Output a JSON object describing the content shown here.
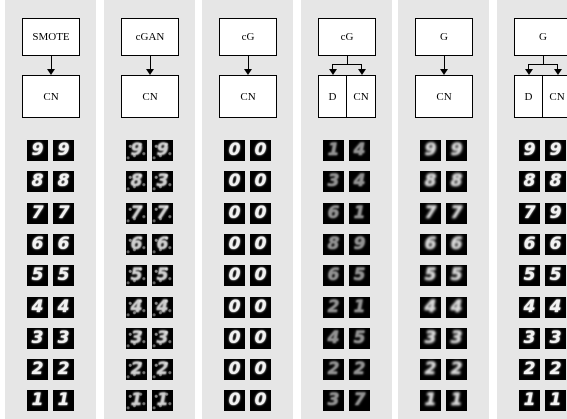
{
  "columns": [
    {
      "id": "smote",
      "top_label": "SMOTE",
      "bottom_labels": [
        "CN"
      ],
      "style": "clean",
      "digits": [
        [
          "9",
          "9"
        ],
        [
          "8",
          "8"
        ],
        [
          "7",
          "7"
        ],
        [
          "6",
          "6"
        ],
        [
          "5",
          "5"
        ],
        [
          "4",
          "4"
        ],
        [
          "3",
          "3"
        ],
        [
          "2",
          "2"
        ],
        [
          "1",
          "1"
        ]
      ]
    },
    {
      "id": "cgan",
      "top_label": "cGAN",
      "bottom_labels": [
        "CN"
      ],
      "style": "noisy",
      "digits": [
        [
          "9",
          "9"
        ],
        [
          "8",
          "3"
        ],
        [
          "7",
          "7"
        ],
        [
          "6",
          "6"
        ],
        [
          "5",
          "5"
        ],
        [
          "4",
          "4"
        ],
        [
          "3",
          "3"
        ],
        [
          "2",
          "2"
        ],
        [
          "1",
          "1"
        ]
      ]
    },
    {
      "id": "cg1",
      "top_label": "cG",
      "bottom_labels": [
        "CN"
      ],
      "style": "clean",
      "digits": [
        [
          "0",
          "0"
        ],
        [
          "0",
          "0"
        ],
        [
          "0",
          "0"
        ],
        [
          "0",
          "0"
        ],
        [
          "0",
          "0"
        ],
        [
          "0",
          "0"
        ],
        [
          "0",
          "0"
        ],
        [
          "0",
          "0"
        ],
        [
          "0",
          "0"
        ]
      ]
    },
    {
      "id": "cg2",
      "top_label": "cG",
      "bottom_labels": [
        "D",
        "CN"
      ],
      "style": "faint",
      "digits": [
        [
          "1",
          "4"
        ],
        [
          "3",
          "4"
        ],
        [
          "6",
          "1"
        ],
        [
          "8",
          "9"
        ],
        [
          "6",
          "5"
        ],
        [
          "2",
          "1"
        ],
        [
          "4",
          "5"
        ],
        [
          "2",
          "2"
        ],
        [
          "3",
          "7"
        ]
      ]
    },
    {
      "id": "g1",
      "top_label": "G",
      "bottom_labels": [
        "CN"
      ],
      "style": "blurry",
      "digits": [
        [
          "9",
          "9"
        ],
        [
          "8",
          "8"
        ],
        [
          "7",
          "7"
        ],
        [
          "6",
          "6"
        ],
        [
          "5",
          "5"
        ],
        [
          "4",
          "4"
        ],
        [
          "3",
          "3"
        ],
        [
          "2",
          "2"
        ],
        [
          "1",
          "1"
        ]
      ]
    },
    {
      "id": "g2",
      "top_label": "G",
      "bottom_labels": [
        "D",
        "CN"
      ],
      "style": "clean",
      "digits": [
        [
          "9",
          "9"
        ],
        [
          "8",
          "8"
        ],
        [
          "7",
          "9"
        ],
        [
          "6",
          "6"
        ],
        [
          "5",
          "5"
        ],
        [
          "4",
          "4"
        ],
        [
          "3",
          "3"
        ],
        [
          "2",
          "2"
        ],
        [
          "1",
          "1"
        ]
      ]
    }
  ]
}
